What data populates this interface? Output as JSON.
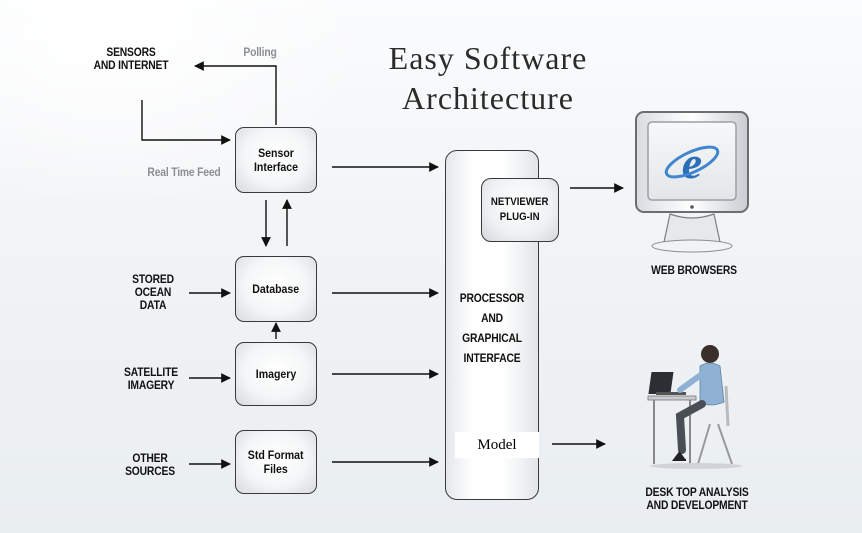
{
  "title": {
    "line1": "Easy Software",
    "line2": "Architecture"
  },
  "inputs": {
    "sensors": [
      "SENSORS",
      "AND INTERNET"
    ],
    "polling": "Polling",
    "real_time_feed": "Real Time Feed",
    "stored_ocean_data": [
      "STORED",
      "OCEAN",
      "DATA"
    ],
    "satellite_imagery": [
      "SATELLITE",
      "IMAGERY"
    ],
    "other_sources": [
      "OTHER",
      "SOURCES"
    ]
  },
  "modules": {
    "sensor_interface": [
      "Sensor",
      "Interface"
    ],
    "database": "Database",
    "imagery": "Imagery",
    "std_format_files": [
      "Std Format",
      "Files"
    ]
  },
  "processor": {
    "label": [
      "PROCESSOR",
      "AND",
      "GRAPHICAL",
      "INTERFACE"
    ],
    "netviewer": [
      "NETVIEWER",
      "PLUG-IN"
    ],
    "model": "Model"
  },
  "outputs": {
    "web_browsers": "WEB BROWSERS",
    "desktop": [
      "DESK TOP ANALYSIS",
      "AND DEVELOPMENT"
    ]
  },
  "icons": {
    "browser": "internet-explorer-icon",
    "monitor": "crt-monitor-icon",
    "person": "person-at-desk-icon"
  }
}
